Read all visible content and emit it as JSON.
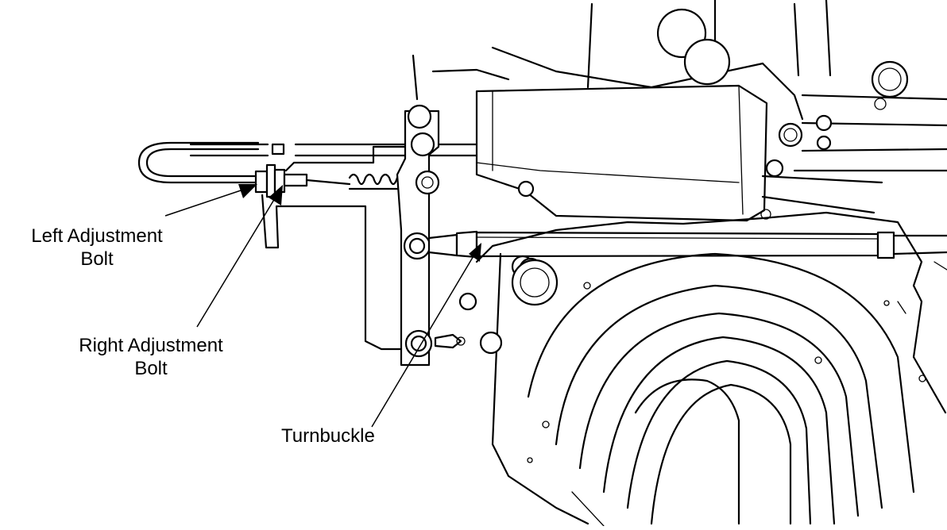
{
  "callouts": {
    "left_adjustment_bolt": {
      "line1": "Left Adjustment",
      "line2": "Bolt"
    },
    "right_adjustment_bolt": {
      "line1": "Right Adjustment",
      "line2": "Bolt"
    },
    "turnbuckle": {
      "label": "Turnbuckle"
    }
  },
  "colors": {
    "ink": "#000000",
    "paper": "#ffffff"
  }
}
